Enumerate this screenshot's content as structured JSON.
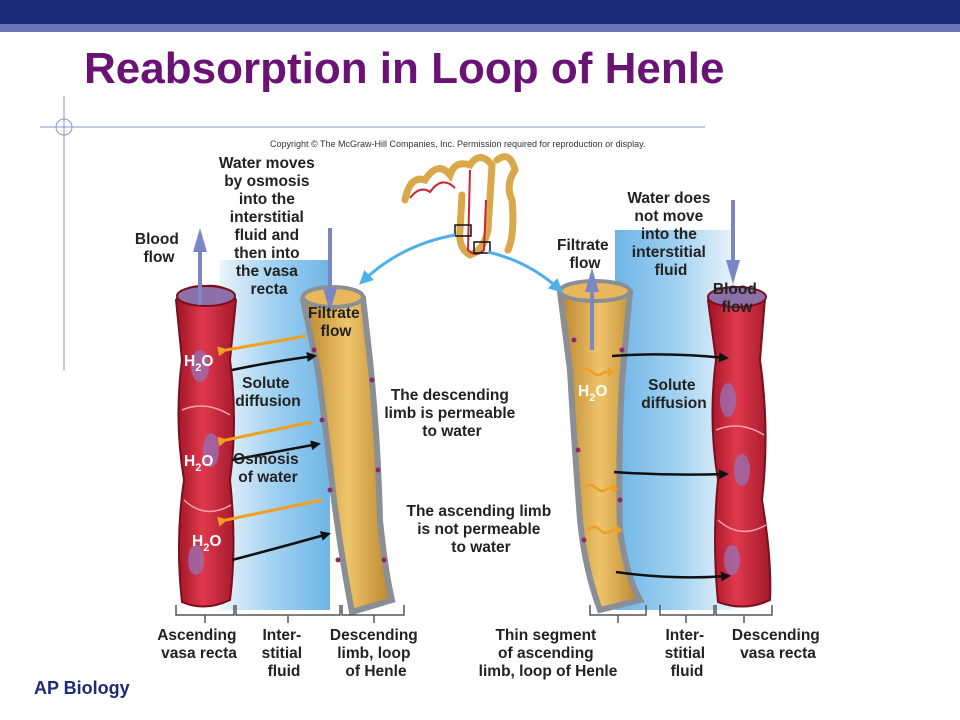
{
  "slide": {
    "title": "Reabsorption in Loop of Henle",
    "footer": "AP Biology",
    "copyright": "Copyright © The McGraw-Hill Companies, Inc. Permission required for reproduction or display."
  },
  "left_panel": {
    "blood_flow": [
      "Blood",
      "flow"
    ],
    "water_moves": [
      "Water moves",
      "by osmosis",
      "into the",
      "interstitial",
      "fluid and",
      "then into",
      "the vasa",
      "recta"
    ],
    "filtrate_flow": [
      "Filtrate",
      "flow"
    ],
    "h2o": "H",
    "h2o_sub": "2",
    "h2o_o": "O",
    "solute_diffusion": [
      "Solute",
      "diffusion"
    ],
    "osmosis_of_water": [
      "Osmosis",
      "of water"
    ],
    "bottom_labels": {
      "ascending_vasa_recta": [
        "Ascending",
        "vasa recta"
      ],
      "interstitial_fluid": [
        "Inter-",
        "stitial",
        "fluid"
      ],
      "descending_limb": [
        "Descending",
        "limb, loop",
        "of Henle"
      ]
    }
  },
  "center": {
    "descending_permeable": [
      "The descending",
      "limb is permeable",
      "to water"
    ],
    "ascending_not_permeable": [
      "The ascending limb",
      "is not permeable",
      "to water"
    ]
  },
  "right_panel": {
    "water_does_not_move": [
      "Water does",
      "not move",
      "into the",
      "interstitial",
      "fluid"
    ],
    "filtrate_flow": [
      "Filtrate",
      "flow"
    ],
    "blood_flow": [
      "Blood",
      "flow"
    ],
    "solute_diffusion": [
      "Solute",
      "diffusion"
    ],
    "bottom_labels": {
      "thin_segment": [
        "Thin segment",
        "of ascending",
        "limb, loop of Henle"
      ],
      "interstitial_fluid": [
        "Inter-",
        "stitial",
        "fluid"
      ],
      "descending_vasa_recta": [
        "Descending",
        "vasa recta"
      ]
    }
  },
  "colors": {
    "title": "#6b1275",
    "bar_dark": "#1e2a7a",
    "bar_light": "#6a77b8",
    "vessel": "#c8243a",
    "tubule": "#d9a84a",
    "interstitial": "#a9d4f2",
    "arrow_blue": "#7b86c4",
    "arrow_orange": "#f0a020"
  }
}
